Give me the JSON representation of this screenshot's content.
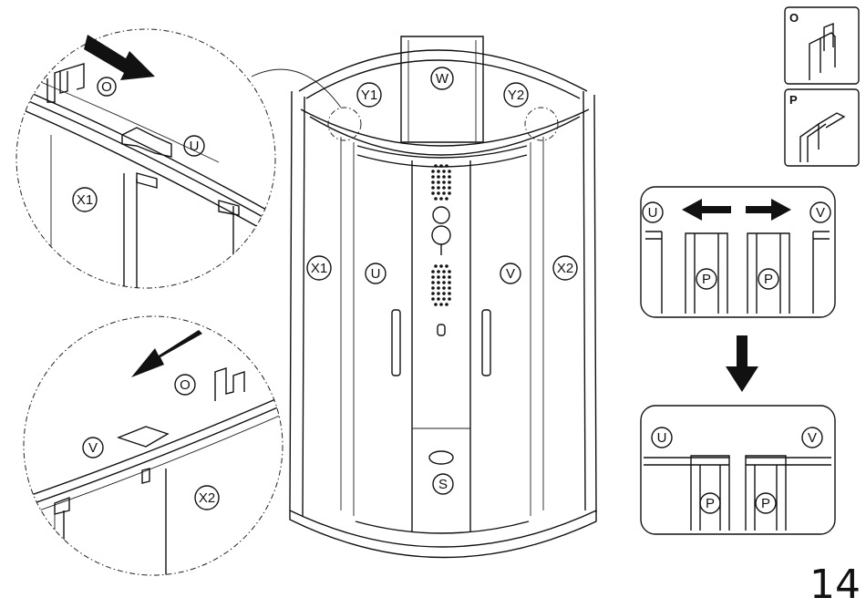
{
  "page_number": "14",
  "profile_boxes": [
    {
      "letter": "O"
    },
    {
      "letter": "P"
    }
  ],
  "cabin_labels": {
    "w": "W",
    "y1": "Y1",
    "y2": "Y2",
    "x1": "X1",
    "x2": "X2",
    "u": "U",
    "v": "V",
    "s": "S"
  },
  "detail_top": {
    "o": "O",
    "u": "U",
    "x1": "X1"
  },
  "detail_bottom": {
    "o": "O",
    "v": "V",
    "x2": "X2"
  },
  "step_before": {
    "u": "U",
    "v": "V",
    "p_left": "P",
    "p_right": "P"
  },
  "step_after": {
    "u": "U",
    "v": "V",
    "p_left": "P",
    "p_right": "P"
  }
}
